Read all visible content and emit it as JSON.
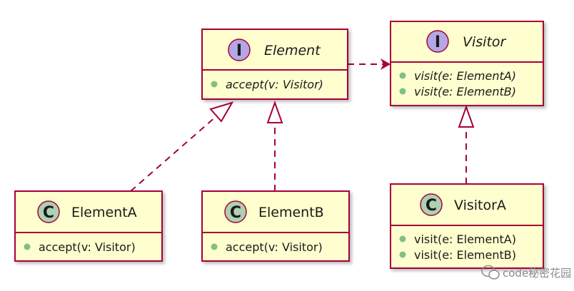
{
  "colors": {
    "class_fill": "#fefece",
    "class_border": "#a80036",
    "arrow": "#a80036",
    "interface_badge": "#b4a7e5",
    "class_badge": "#add1b2",
    "member_dot": "#84be84"
  },
  "classes": {
    "element": {
      "kind": "interface",
      "badge": "I",
      "name": "Element",
      "methods": [
        "accept(v: Visitor)"
      ]
    },
    "visitor": {
      "kind": "interface",
      "badge": "I",
      "name": "Visitor",
      "methods": [
        "visit(e: ElementA)",
        "visit(e: ElementB)"
      ]
    },
    "element_a": {
      "kind": "class",
      "badge": "C",
      "name": "ElementA",
      "methods": [
        "accept(v: Visitor)"
      ]
    },
    "element_b": {
      "kind": "class",
      "badge": "C",
      "name": "ElementB",
      "methods": [
        "accept(v: Visitor)"
      ]
    },
    "visitor_a": {
      "kind": "class",
      "badge": "C",
      "name": "VisitorA",
      "methods": [
        "visit(e: ElementA)",
        "visit(e: ElementB)"
      ]
    }
  },
  "relations": [
    {
      "from": "element",
      "to": "visitor",
      "type": "dependency"
    },
    {
      "from": "element_a",
      "to": "element",
      "type": "realization"
    },
    {
      "from": "element_b",
      "to": "element",
      "type": "realization"
    },
    {
      "from": "visitor_a",
      "to": "visitor",
      "type": "realization"
    }
  ],
  "watermark": {
    "text": "code秘密花园",
    "icon": "wechat-icon"
  }
}
